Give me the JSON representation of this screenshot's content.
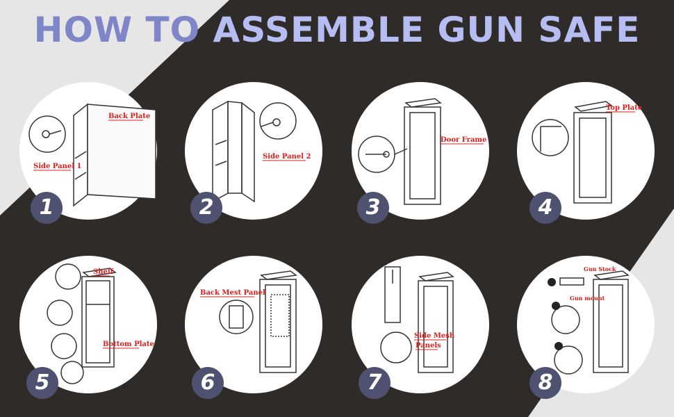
{
  "title": {
    "part1": "HOW TO ",
    "part2": "ASSEMBLE GUN SAFE"
  },
  "colors": {
    "title_dark": "#7e86c7",
    "title_light": "#b5bdf2",
    "badge": "#4e5270",
    "label_red": "#d9201c",
    "background": "#2f2b29"
  },
  "steps": [
    {
      "number": "1",
      "labels": [
        "Back Plate",
        "Side Panel 1"
      ]
    },
    {
      "number": "2",
      "labels": [
        "Side Panel 2"
      ]
    },
    {
      "number": "3",
      "labels": [
        "Door Frame"
      ]
    },
    {
      "number": "4",
      "labels": [
        "Top Plate"
      ]
    },
    {
      "number": "5",
      "labels": [
        "Shelf",
        "Bottom Plate"
      ]
    },
    {
      "number": "6",
      "labels": [
        "Back Mest Panel"
      ]
    },
    {
      "number": "7",
      "labels": [
        "Side Mesh",
        "Panels"
      ]
    },
    {
      "number": "8",
      "labels": [
        "Gun Stock",
        "Gun mount"
      ]
    }
  ]
}
